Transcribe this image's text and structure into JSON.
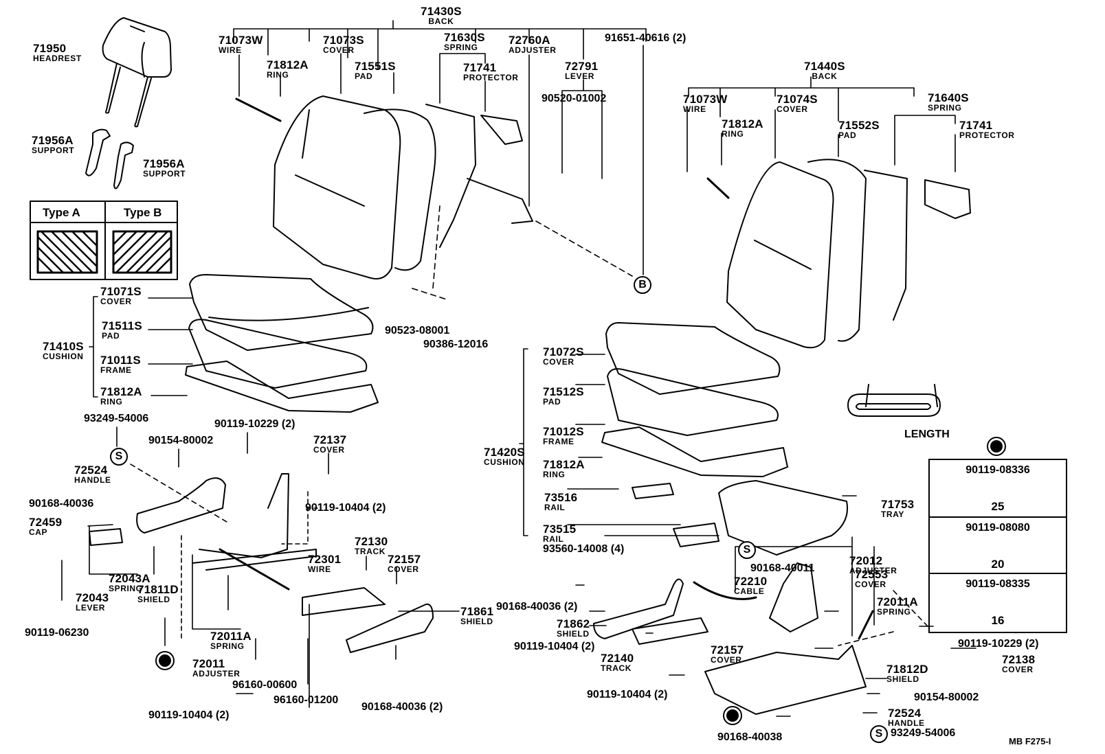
{
  "document": {
    "type": "parts-diagram",
    "subject": "Front seat assembly exploded view",
    "drawing_code": "MB F275-I"
  },
  "headrest": {
    "parts": [
      {
        "number": "71950",
        "name": "HEADREST"
      },
      {
        "number": "71956A",
        "name": "SUPPORT"
      },
      {
        "number": "71956A",
        "name": "SUPPORT"
      }
    ],
    "fabric_types": {
      "type_a": "Type A",
      "type_b": "Type B"
    }
  },
  "left_back": {
    "assembly": {
      "number": "71430S",
      "name": "BACK"
    },
    "parts": [
      {
        "number": "71073W",
        "name": "WIRE"
      },
      {
        "number": "71812A",
        "name": "RING"
      },
      {
        "number": "71073S",
        "name": "COVER"
      },
      {
        "number": "71551S",
        "name": "PAD"
      },
      {
        "number": "71630S",
        "name": "SPRING"
      },
      {
        "number": "71741",
        "name": "PROTECTOR"
      },
      {
        "number": "72760A",
        "name": "ADJUSTER"
      },
      {
        "number": "72791",
        "name": "LEVER"
      },
      {
        "number": "90520-01002",
        "name": ""
      },
      {
        "number": "91651-40616 (2)",
        "name": ""
      },
      {
        "number": "90523-08001",
        "name": ""
      },
      {
        "number": "90386-12016",
        "name": ""
      }
    ],
    "ref_symbol": "B"
  },
  "left_cushion": {
    "assembly": {
      "number": "71410S",
      "name": "CUSHION"
    },
    "parts": [
      {
        "number": "71071S",
        "name": "COVER"
      },
      {
        "number": "71511S",
        "name": "PAD"
      },
      {
        "number": "71011S",
        "name": "FRAME"
      },
      {
        "number": "71812A",
        "name": "RING"
      }
    ]
  },
  "left_adjuster": {
    "parts": [
      {
        "number": "93249-54006",
        "name": ""
      },
      {
        "number": "90154-80002",
        "name": ""
      },
      {
        "number": "90119-10229 (2)",
        "name": ""
      },
      {
        "number": "72137",
        "name": "COVER"
      },
      {
        "number": "72524",
        "name": "HANDLE"
      },
      {
        "number": "90168-40036",
        "name": ""
      },
      {
        "number": "90119-10404 (2)",
        "name": ""
      },
      {
        "number": "72459",
        "name": "CAP"
      },
      {
        "number": "72043A",
        "name": "SPRING"
      },
      {
        "number": "72130",
        "name": "TRACK"
      },
      {
        "number": "72301",
        "name": "WIRE"
      },
      {
        "number": "72157",
        "name": "COVER"
      },
      {
        "number": "72043",
        "name": "LEVER"
      },
      {
        "number": "71811D",
        "name": "SHIELD"
      },
      {
        "number": "90119-06230",
        "name": ""
      },
      {
        "number": "72011A",
        "name": "SPRING"
      },
      {
        "number": "72011",
        "name": "ADJUSTER"
      },
      {
        "number": "71861",
        "name": "SHIELD"
      },
      {
        "number": "96160-00600",
        "name": ""
      },
      {
        "number": "96160-01200",
        "name": ""
      },
      {
        "number": "90168-40036 (2)",
        "name": ""
      },
      {
        "number": "90119-10404 (2)",
        "name": ""
      }
    ],
    "ref_symbol": "S"
  },
  "right_back": {
    "assembly": {
      "number": "71440S",
      "name": "BACK"
    },
    "parts": [
      {
        "number": "71073W",
        "name": "WIRE"
      },
      {
        "number": "71812A",
        "name": "RING"
      },
      {
        "number": "71074S",
        "name": "COVER"
      },
      {
        "number": "71552S",
        "name": "PAD"
      },
      {
        "number": "71640S",
        "name": "SPRING"
      },
      {
        "number": "71741",
        "name": "PROTECTOR"
      }
    ]
  },
  "right_cushion": {
    "assembly": {
      "number": "71420S",
      "name": "CUSHION"
    },
    "parts": [
      {
        "number": "71072S",
        "name": "COVER"
      },
      {
        "number": "71512S",
        "name": "PAD"
      },
      {
        "number": "71012S",
        "name": "FRAME"
      },
      {
        "number": "71812A",
        "name": "RING"
      },
      {
        "number": "73516",
        "name": "RAIL"
      },
      {
        "number": "73515",
        "name": "RAIL"
      },
      {
        "number": "93560-14008 (4)",
        "name": ""
      },
      {
        "number": "71753",
        "name": "TRAY"
      }
    ],
    "ref_symbol": "S"
  },
  "right_adjuster": {
    "assembly": {
      "number": "72012",
      "name": "ADJUSTER"
    },
    "parts": [
      {
        "number": "90168-40011",
        "name": ""
      },
      {
        "number": "72210",
        "name": "CABLE"
      },
      {
        "number": "72553",
        "name": "COVER"
      },
      {
        "number": "72011A",
        "name": "SPRING"
      },
      {
        "number": "90168-40036 (2)",
        "name": ""
      },
      {
        "number": "71862",
        "name": "SHIELD"
      },
      {
        "number": "90119-10404 (2)",
        "name": ""
      },
      {
        "number": "72140",
        "name": "TRACK"
      },
      {
        "number": "72157",
        "name": "COVER"
      },
      {
        "number": "90119-10229 (2)",
        "name": ""
      },
      {
        "number": "72138",
        "name": "COVER"
      },
      {
        "number": "71812D",
        "name": "SHIELD"
      },
      {
        "number": "90119-10404 (2)",
        "name": ""
      },
      {
        "number": "90154-80002",
        "name": ""
      },
      {
        "number": "72524",
        "name": "HANDLE"
      },
      {
        "number": "90168-40038",
        "name": ""
      },
      {
        "number": "93249-54006",
        "name": ""
      }
    ],
    "ref_symbol": "S"
  },
  "length_legend": {
    "caption": "LENGTH"
  },
  "bolt_table": {
    "rows": [
      {
        "part": "90119-08336",
        "length": "25"
      },
      {
        "part": "90119-08080",
        "length": "20"
      },
      {
        "part": "90119-08335",
        "length": "16"
      }
    ]
  },
  "symbols": {
    "b": "B",
    "s": "S"
  }
}
